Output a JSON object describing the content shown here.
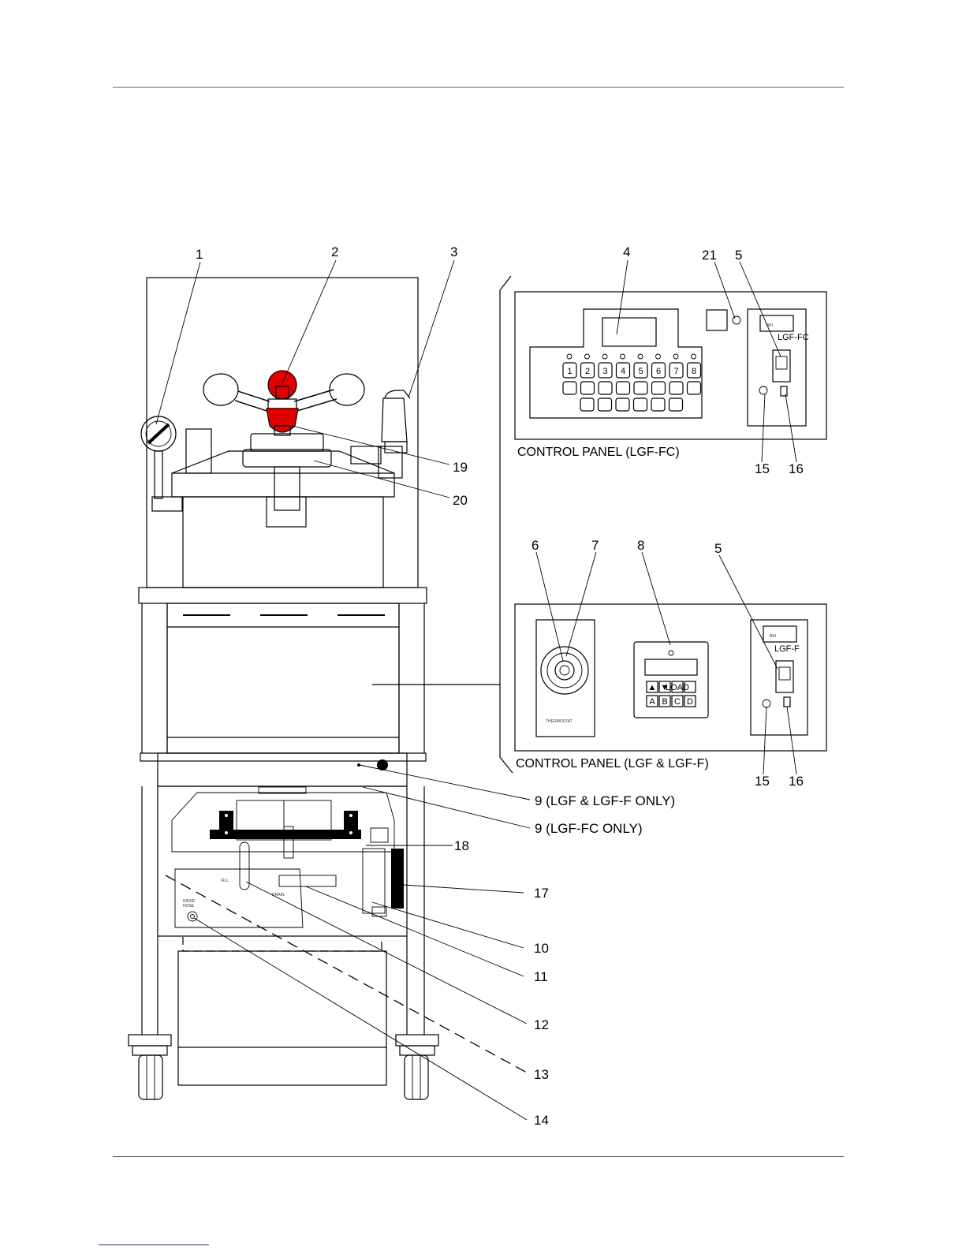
{
  "captions": {
    "panel_fc": "CONTROL PANEL (LGF-FC)",
    "panel_f": "CONTROL PANEL (LGF & LGF-F)"
  },
  "callouts": {
    "c1": "1",
    "c2": "2",
    "c3": "3",
    "c4": "4",
    "c21": "21",
    "c5a": "5",
    "c19": "19",
    "c20": "20",
    "c15a": "15",
    "c16a": "16",
    "c6": "6",
    "c7": "7",
    "c8": "8",
    "c5b": "5",
    "c15b": "15",
    "c16b": "16",
    "c9a": "9 (LGF & LGF-F ONLY)",
    "c9b": "9 (LGF-FC ONLY)",
    "c18": "18",
    "c17": "17",
    "c10": "10",
    "c11": "11",
    "c12": "12",
    "c13": "13",
    "c14": "14"
  },
  "panel_fc": {
    "model": "LGF-FC",
    "digit_keys": [
      "1",
      "2",
      "3",
      "4",
      "5",
      "6",
      "7",
      "8"
    ]
  },
  "panel_f": {
    "model": "LGF-F",
    "keys_row1": [
      "▲",
      "▼",
      "LOAD"
    ],
    "keys_row2": [
      "A",
      "B",
      "C",
      "D"
    ]
  },
  "colors": {
    "accent": "#e00000",
    "line": "#000000",
    "rule": "#666666",
    "link": "#1a2aa8"
  }
}
